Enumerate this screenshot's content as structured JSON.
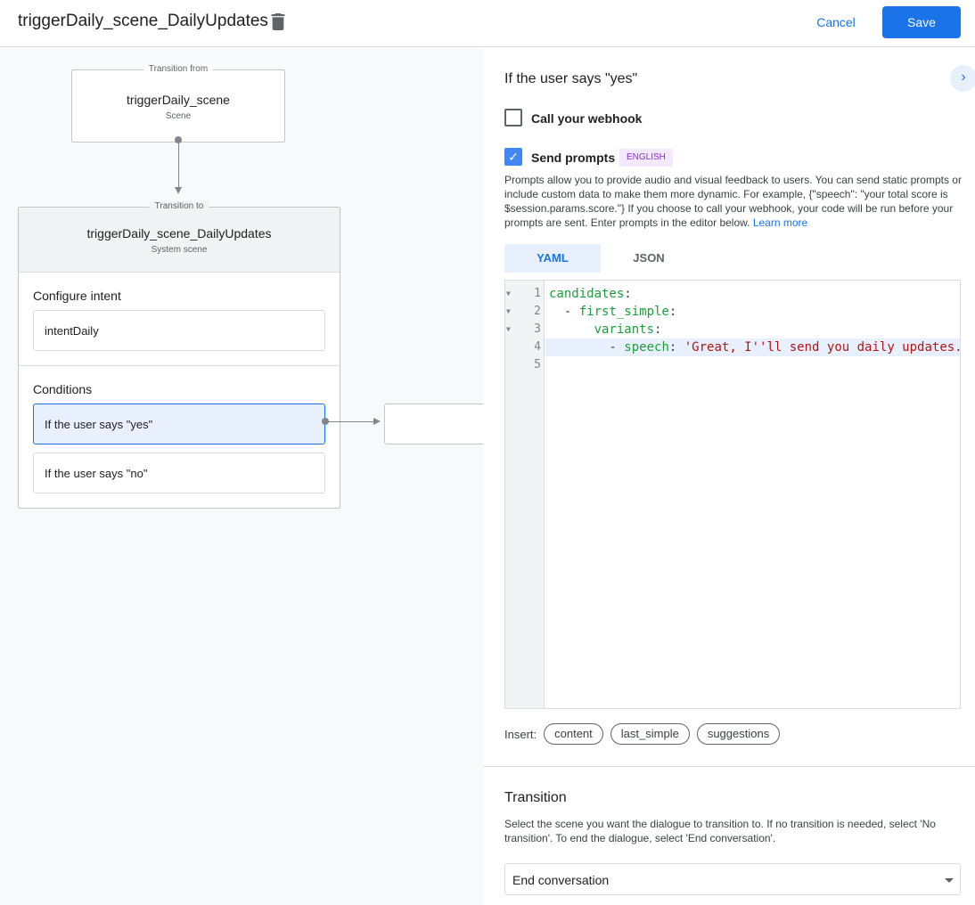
{
  "header": {
    "title": "triggerDaily_scene_DailyUpdates",
    "cancel_label": "Cancel",
    "save_label": "Save"
  },
  "canvas": {
    "from": {
      "tag": "Transition from",
      "name": "triggerDaily_scene",
      "type": "Scene"
    },
    "to": {
      "tag": "Transition to",
      "name": "triggerDaily_scene_DailyUpdates",
      "type": "System scene",
      "intent_label": "Configure intent",
      "intent": "intentDaily",
      "conditions_label": "Conditions",
      "conditions": [
        "If the user says \"yes\"",
        "If the user says \"no\""
      ]
    }
  },
  "panel": {
    "title": "If the user says \"yes\"",
    "webhook": {
      "label": "Call your webhook",
      "checked": false
    },
    "prompts": {
      "label": "Send prompts",
      "checked": true,
      "badge": "ENGLISH"
    },
    "description": "Prompts allow you to provide audio and visual feedback to users. You can send static prompts or include custom data to make them more dynamic. For example, {\"speech\": \"your total score is $session.params.score.\"} If you choose to call your webhook, your code will be run before your prompts are sent. Enter prompts in the editor below.",
    "learn_more": "Learn more",
    "tabs": [
      "YAML",
      "JSON"
    ],
    "active_tab": "YAML",
    "code": {
      "line_numbers": [
        "1",
        "2",
        "3",
        "4",
        "5"
      ],
      "l1_key": "candidates",
      "l2_dash": "  - ",
      "l2_key": "first_simple",
      "l3_indent": "      ",
      "l3_key": "variants",
      "l4_dash": "        - ",
      "l4_key": "speech",
      "l4_value": "'Great, I''ll send you daily updates.'",
      "colon": ":"
    },
    "insert_label": "Insert:",
    "insert_chips": [
      "content",
      "last_simple",
      "suggestions"
    ],
    "transition": {
      "title": "Transition",
      "description": "Select the scene you want the dialogue to transition to. If no transition is needed, select 'No transition'. To end the dialogue, select 'End conversation'.",
      "selected": "End conversation"
    }
  },
  "colors": {
    "accent": "#1a73e8",
    "selected_bg": "#e8f0fe",
    "badge": "#8430ce"
  }
}
